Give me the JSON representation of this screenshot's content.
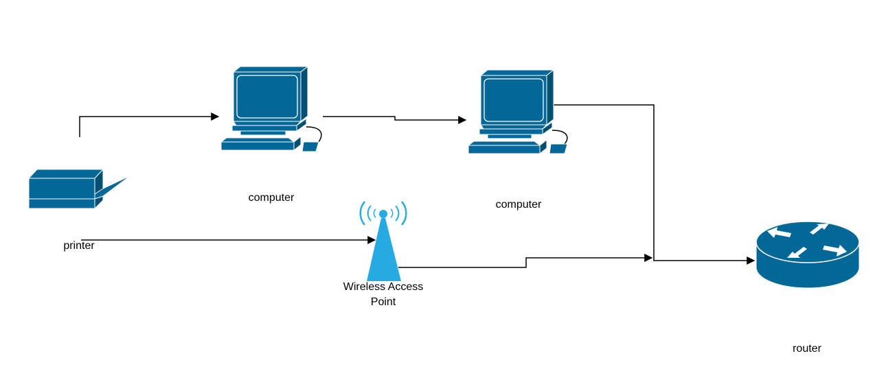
{
  "colors": {
    "device": "#036897",
    "device_dark": "#024f74",
    "antenna": "#27aae1",
    "connector": "#000000",
    "background": "#ffffff"
  },
  "nodes": [
    {
      "id": "printer",
      "icon": "printer-icon",
      "label": "printer"
    },
    {
      "id": "computer-1",
      "icon": "computer-icon",
      "label": "computer"
    },
    {
      "id": "computer-2",
      "icon": "computer-icon",
      "label": "computer"
    },
    {
      "id": "wap",
      "icon": "wireless-access-point-icon",
      "label_line1": "Wireless Access",
      "label_line2": "Point"
    },
    {
      "id": "router",
      "icon": "router-icon",
      "label": "router"
    }
  ],
  "edges": [
    {
      "from": "printer",
      "to": "computer-1"
    },
    {
      "from": "computer-1",
      "to": "computer-2"
    },
    {
      "from": "printer",
      "to": "wap"
    },
    {
      "from": "computer-2",
      "to": "router"
    },
    {
      "from": "wap",
      "to": "router"
    }
  ]
}
